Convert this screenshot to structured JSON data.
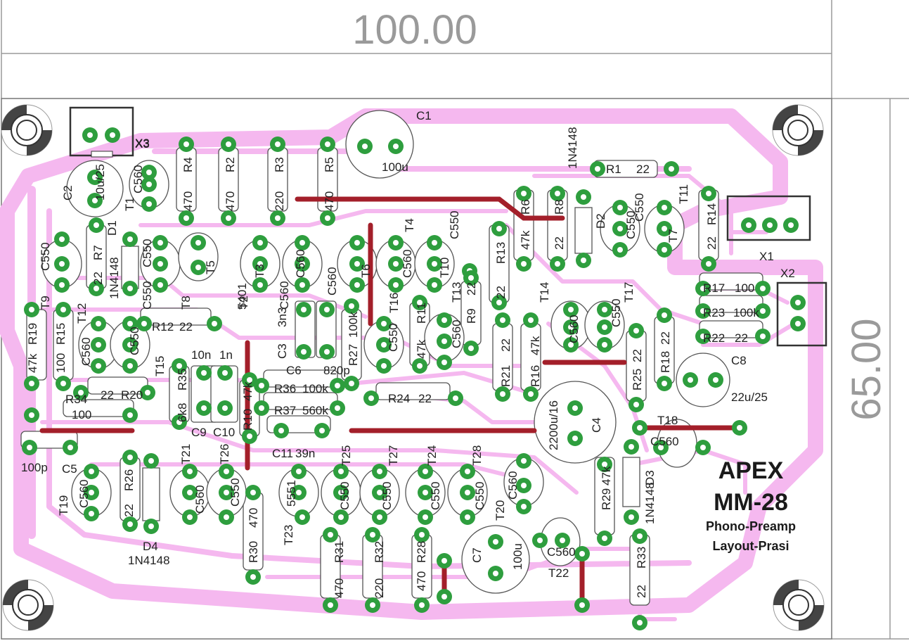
{
  "dimensions": {
    "width": "100.00",
    "height": "65.00"
  },
  "brand": {
    "line1": "APEX",
    "line2": "MM-28",
    "line3": "Phono-Preamp",
    "line4": "Layout-Prasi"
  },
  "colors": {
    "trace": "#f5b8ef",
    "pad": "#2e9e3e",
    "wire": "#a31f2a",
    "outline": "#555555",
    "dim_line": "#9a9a9a"
  },
  "connectors": [
    {
      "ref": "X3"
    },
    {
      "ref": "X1"
    },
    {
      "ref": "X2"
    }
  ],
  "labels": [
    "C1",
    "100u",
    "1N4148",
    "R1",
    "22",
    "C2",
    "10u/25",
    "X3",
    "C560",
    "R4",
    "470",
    "R2",
    "470",
    "R3",
    "220",
    "R5",
    "470",
    "R6",
    "47k",
    "R8",
    "22",
    "D2",
    "C550",
    "T7",
    "C550",
    "T11",
    "R14",
    "22",
    "T1",
    "D1",
    "R7",
    "22",
    "1N4148",
    "C550",
    "C550",
    "T9",
    "C550",
    "T8",
    "T5",
    "5401",
    "C560",
    "T3",
    "C560",
    "C560",
    "T4",
    "T6",
    "C560",
    "C550",
    "T10",
    "R13",
    "22",
    "R17",
    "100",
    "R23",
    "100k",
    "R22",
    "22",
    "T12",
    "R19",
    "47k",
    "R15",
    "100",
    "R12",
    "22",
    "T15",
    "C560",
    "C550",
    "T2",
    "C3",
    "3n3",
    "C6",
    "820p",
    "R27",
    "100k",
    "T16",
    "C550",
    "R11",
    "47k",
    "T13",
    "R9",
    "22",
    "C560",
    "T14",
    "C560",
    "C550",
    "T17",
    "R25",
    "22",
    "R18",
    "22",
    "C8",
    "22u/25",
    "10n",
    "1n",
    "R35",
    "6k8",
    "C9",
    "C10",
    "R10",
    "47k",
    "R36",
    "100k",
    "R37",
    "560k",
    "R34",
    "100",
    "22",
    "R20",
    "R21",
    "22",
    "R16",
    "47k",
    "C4",
    "2200u/16",
    "R24",
    "22",
    "C5",
    "100p",
    "C11",
    "39n",
    "T18",
    "C560",
    "T21",
    "T26",
    "T25",
    "T27",
    "T24",
    "T28",
    "C560",
    "T19",
    "C560",
    "R26",
    "22",
    "D4",
    "1N4148",
    "C560",
    "C550",
    "5551",
    "T23",
    "C550",
    "C550",
    "C550",
    "C550",
    "T20",
    "R29",
    "47k",
    "D3",
    "1N4148",
    "R30",
    "470",
    "R31",
    "470",
    "R32",
    "220",
    "R28",
    "470",
    "C7",
    "100u",
    "T22",
    "C560",
    "R33",
    "22"
  ]
}
